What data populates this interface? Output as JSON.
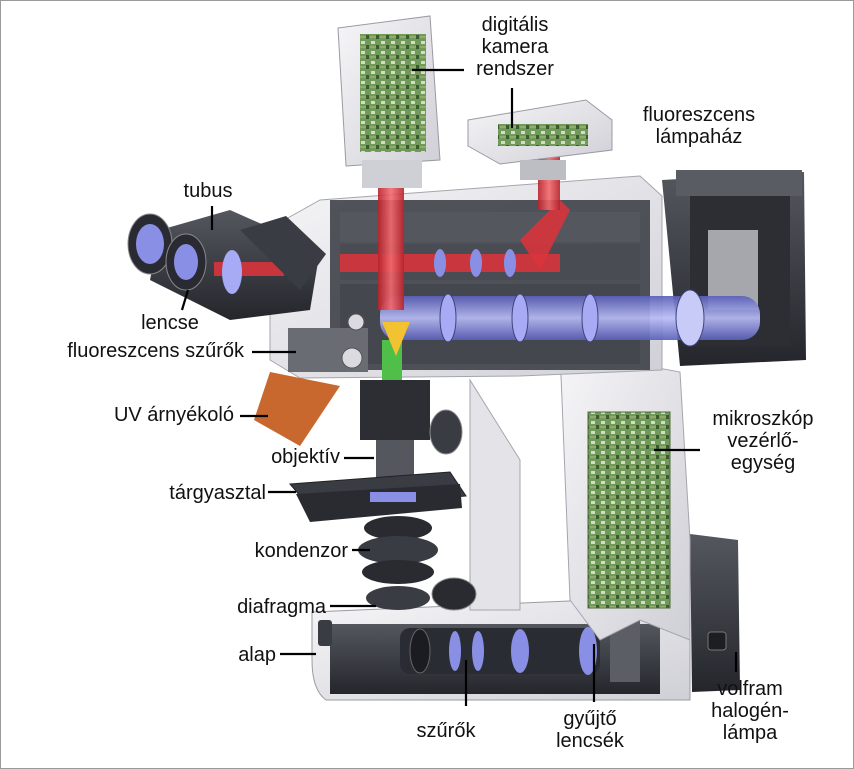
{
  "labels": {
    "digital_camera": [
      "digitális",
      "kamera",
      "rendszer"
    ],
    "fluor_lamp_house": [
      "fluoreszcens",
      "lámpaház"
    ],
    "tube": "tubus",
    "lens": "lencse",
    "fluor_filters": "fluoreszcens szűrők",
    "uv_shield": "UV árnyékoló",
    "objective": "objektív",
    "stage": "tárgyasztal",
    "condenser": "kondenzor",
    "diaphragm": "diafragma",
    "base": "alap",
    "control_unit": [
      "mikroszkóp",
      "vezérlő-",
      "egység"
    ],
    "filters": "szűrők",
    "collector_lenses": [
      "gyűjtő",
      "lencsék"
    ],
    "halogen_lamp": [
      "volfram",
      "halogén-",
      "lámpa"
    ]
  },
  "colors": {
    "body_shell": "#e9e9ec",
    "cutaway_dark": "#3a3c44",
    "red_beam": "#d8343c",
    "blue_beam": "#8a8fe6",
    "green_beam": "#4fbf4a",
    "uv_shield": "#c8682e",
    "circuit_green": "#6f9a5a",
    "leader": "#000000"
  }
}
